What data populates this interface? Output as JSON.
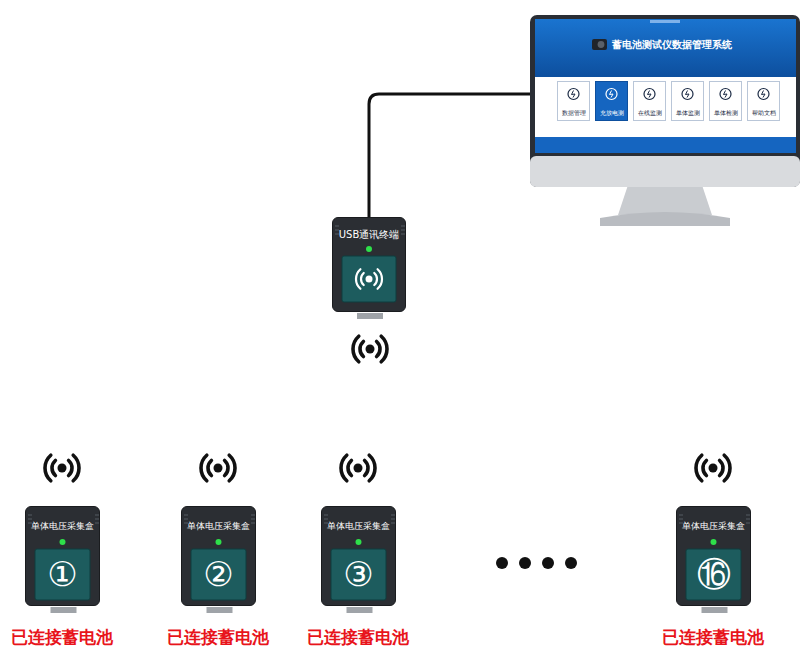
{
  "diagram": {
    "nodes": [
      {
        "text": [
          "蓄电池测试仪数据管理系统"
        ]
      },
      {
        "text": [
          "数据管理"
        ],
        "in": 0
      },
      {
        "text": [
          "充放电测"
        ],
        "in": 0
      },
      {
        "text": [
          "在线监测"
        ],
        "in": 0
      },
      {
        "text": [
          "单体监测"
        ],
        "in": 0
      },
      {
        "text": [
          "单体检测"
        ],
        "in": 0
      },
      {
        "text": [
          "帮助文档"
        ],
        "in": 0
      },
      {
        "text": [
          "USB通讯终端"
        ]
      },
      {
        "text": [
          "单体电压采集盒",
          "①"
        ]
      },
      {
        "text": [
          "单体电压采集盒",
          "②"
        ]
      },
      {
        "text": [
          "单体电压采集盒",
          "③"
        ]
      },
      {
        "text": [
          "单体电压采集盒",
          "⑯"
        ]
      }
    ],
    "edges": [
      {
        "from": 7,
        "to": 0,
        "arrow": "none"
      }
    ],
    "labels": [
      "已连接蓄电池",
      "已连接蓄电池",
      "已连接蓄电池",
      "已连接蓄电池"
    ]
  }
}
